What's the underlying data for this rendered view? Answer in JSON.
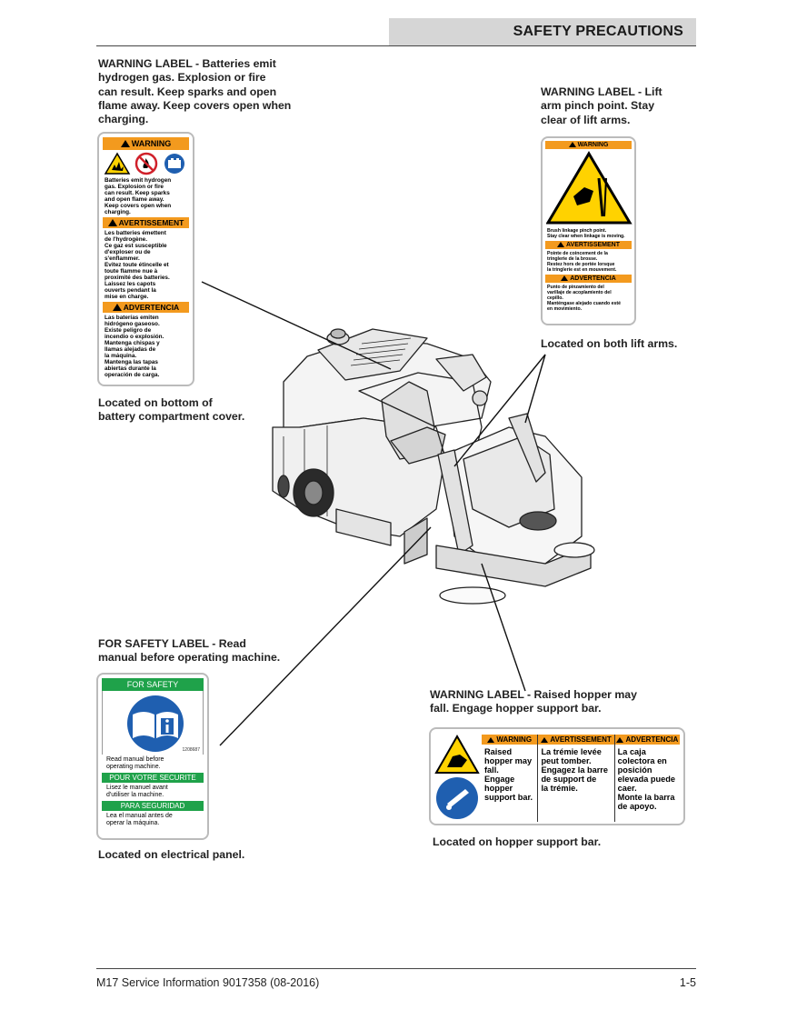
{
  "header": {
    "title": "SAFETY PRECAUTIONS"
  },
  "battery_label": {
    "caption": [
      "WARNING LABEL - Batteries emit",
      "hydrogen gas. Explosion or fire",
      "can result. Keep sparks and open",
      "flame away. Keep covers open when",
      "charging."
    ],
    "warning": "WARNING",
    "english": [
      "Batteries emit hydrogen",
      "gas. Explosion or fire",
      "can result. Keep sparks",
      "and open flame away.",
      "Keep covers open when",
      "charging."
    ],
    "avertissement": "AVERTISSEMENT",
    "french": [
      "Les batteries émettent",
      "de l'hydrogène.",
      "Ce gaz est susceptible",
      "d'exploser ou de",
      "s'enflammer.",
      "Evitez toute étincelle et",
      "toute flamme nue à",
      "proximité des batteries.",
      "Laissez les capots",
      "ouverts pendant la",
      "mise en charge."
    ],
    "advertencia": "ADVERTENCIA",
    "spanish": [
      "Las baterías emiten",
      "hidrógeno gaseoso.",
      "Existe peligro de",
      "incendio o explosión.",
      "Mantenga chispas y",
      "llamas alejadas de",
      "la máquina.",
      "Mantenga las tapas",
      "abiertas durante la",
      "operación de carga."
    ],
    "location": [
      "Located on bottom of",
      "battery compartment cover."
    ]
  },
  "lift_label": {
    "caption": [
      "WARNING LABEL - Lift",
      "arm pinch point. Stay",
      "clear of lift arms."
    ],
    "warning": "WARNING",
    "english": [
      "Brush linkage pinch point.",
      "Stay clear when linkage is moving."
    ],
    "avertissement": "AVERTISSEMENT",
    "french": [
      "Pointe de coincement de la",
      "tringlerie de la brosse.",
      "Restez hors de portée lorsque",
      "la tringlerie est en mouvement."
    ],
    "advertencia": "ADVERTENCIA",
    "spanish": [
      "Punto de pinzamiento del",
      "varillaje de acoplamiento del",
      "cepillo.",
      "Manténgase alejado cuando esté",
      "en movimiento."
    ],
    "location": "Located on both lift arms."
  },
  "safety_label": {
    "caption": [
      "FOR SAFETY LABEL - Read",
      "manual before operating machine."
    ],
    "for_safety": "FOR SAFETY",
    "part_number": "1208687",
    "english": [
      "Read manual before",
      "operating machine."
    ],
    "french_header": "POUR VOTRE SECURITE",
    "french": [
      "Lisez le manuel avant",
      "d'utiliser la machine."
    ],
    "spanish_header": "PARA SEGURIDAD",
    "spanish": [
      "Lea el manual antes de",
      "operar la máquina."
    ],
    "location": "Located on electrical panel."
  },
  "hopper_label": {
    "caption": [
      "WARNING LABEL - Raised hopper may",
      "fall. Engage hopper support bar."
    ],
    "col_warning": "WARNING",
    "col_avertissement": "AVERTISSEMENT",
    "col_advertencia": "ADVERTENCIA",
    "english": [
      "Raised",
      "hopper may",
      "fall.",
      "Engage",
      "hopper",
      "support bar."
    ],
    "french": [
      "La trémie levée",
      "peut tomber.",
      "Engagez la barre",
      "de support de",
      "la trémie."
    ],
    "spanish": [
      "La caja",
      "colectora en",
      "posición",
      "elevada puede",
      "caer.",
      "Monte la barra",
      "de apoyo."
    ],
    "location": "Located on hopper support bar."
  },
  "footer": {
    "left": "M17 Service Information 9017358 (08-2016)",
    "right": "1-5"
  },
  "colors": {
    "header_bg": "#d6d6d6",
    "warning_orange": "#f39a1e",
    "safety_green": "#1fa24a",
    "mandatory_blue": "#1f5fb0"
  }
}
